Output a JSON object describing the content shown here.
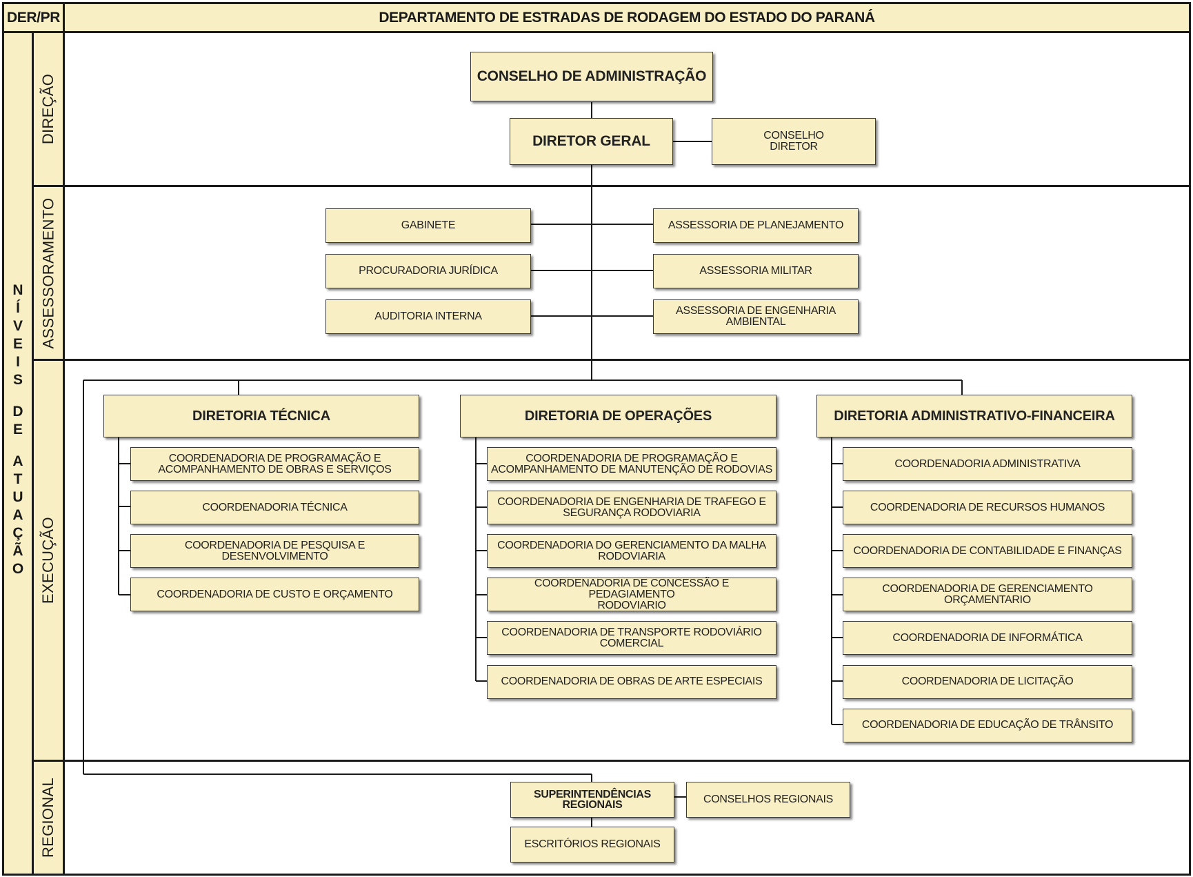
{
  "header": {
    "short": "DER/PR",
    "title": "DEPARTAMENTO DE ESTRADAS DE RODAGEM DO ESTADO DO PARANÁ"
  },
  "side_label": "NÍVEIS DE ATUAÇÃO",
  "levels": {
    "direcao": "DIREÇÃO",
    "assessoramento": "ASSESSORAMENTO",
    "execucao": "EXECUÇÃO",
    "regional": "REGIONAL"
  },
  "direcao": {
    "conselho_admin": "CONSELHO DE ADMINISTRAÇÃO",
    "diretor_geral": "DIRETOR GERAL",
    "conselho_diretor": [
      "CONSELHO",
      "DIRETOR"
    ]
  },
  "assessoramento": {
    "left": [
      "GABINETE",
      "PROCURADORIA JURÍDICA",
      "AUDITORIA INTERNA"
    ],
    "right": [
      [
        "ASSESSORIA DE PLANEJAMENTO"
      ],
      [
        "ASSESSORIA MILITAR"
      ],
      [
        "ASSESSORIA DE ENGENHARIA",
        "AMBIENTAL"
      ]
    ]
  },
  "diretorias": [
    {
      "title": "DIRETORIA TÉCNICA",
      "items": [
        [
          "COORDENADORIA DE PROGRAMAÇÃO E",
          "ACOMPANHAMENTO DE OBRAS E SERVIÇOS"
        ],
        [
          "COORDENADORIA TÉCNICA"
        ],
        [
          "COORDENADORIA DE PESQUISA E",
          "DESENVOLVIMENTO"
        ],
        [
          "COORDENADORIA DE CUSTO E ORÇAMENTO"
        ]
      ]
    },
    {
      "title": "DIRETORIA DE OPERAÇÕES",
      "items": [
        [
          "COORDENADORIA DE PROGRAMAÇÃO E",
          "ACOMPANHAMENTO DE MANUTENÇÃO DE RODOVIAS"
        ],
        [
          "COORDENADORIA DE ENGENHARIA DE TRAFEGO E",
          "SEGURANÇA RODOVIARIA"
        ],
        [
          "COORDENADORIA DO GERENCIAMENTO DA MALHA",
          "RODOVIARIA"
        ],
        [
          "COORDENADORIA DE CONCESSÃO E PEDAGIAMENTO",
          "RODOVIARIO"
        ],
        [
          "COORDENADORIA DE TRANSPORTE RODOVIÁRIO",
          "COMERCIAL"
        ],
        [
          "COORDENADORIA DE OBRAS DE ARTE ESPECIAIS"
        ]
      ]
    },
    {
      "title": "DIRETORIA ADMINISTRATIVO-FINANCEIRA",
      "items": [
        [
          "COORDENADORIA ADMINISTRATIVA"
        ],
        [
          "COORDENADORIA DE RECURSOS HUMANOS"
        ],
        [
          "COORDENADORIA DE CONTABILIDADE E FINANÇAS"
        ],
        [
          "COORDENADORIA DE GERENCIAMENTO",
          "ORÇAMENTARIO"
        ],
        [
          "COORDENADORIA DE INFORMÁTICA"
        ],
        [
          "COORDENADORIA DE LICITAÇÃO"
        ],
        [
          "COORDENADORIA DE EDUCAÇÃO DE TRÂNSITO"
        ]
      ]
    }
  ],
  "regional": {
    "superintendencias": [
      "SUPERINTENDÊNCIAS",
      "REGIONAIS"
    ],
    "conselhos": "CONSELHOS REGIONAIS",
    "escritorios": "ESCRITÓRIOS REGIONAIS"
  }
}
